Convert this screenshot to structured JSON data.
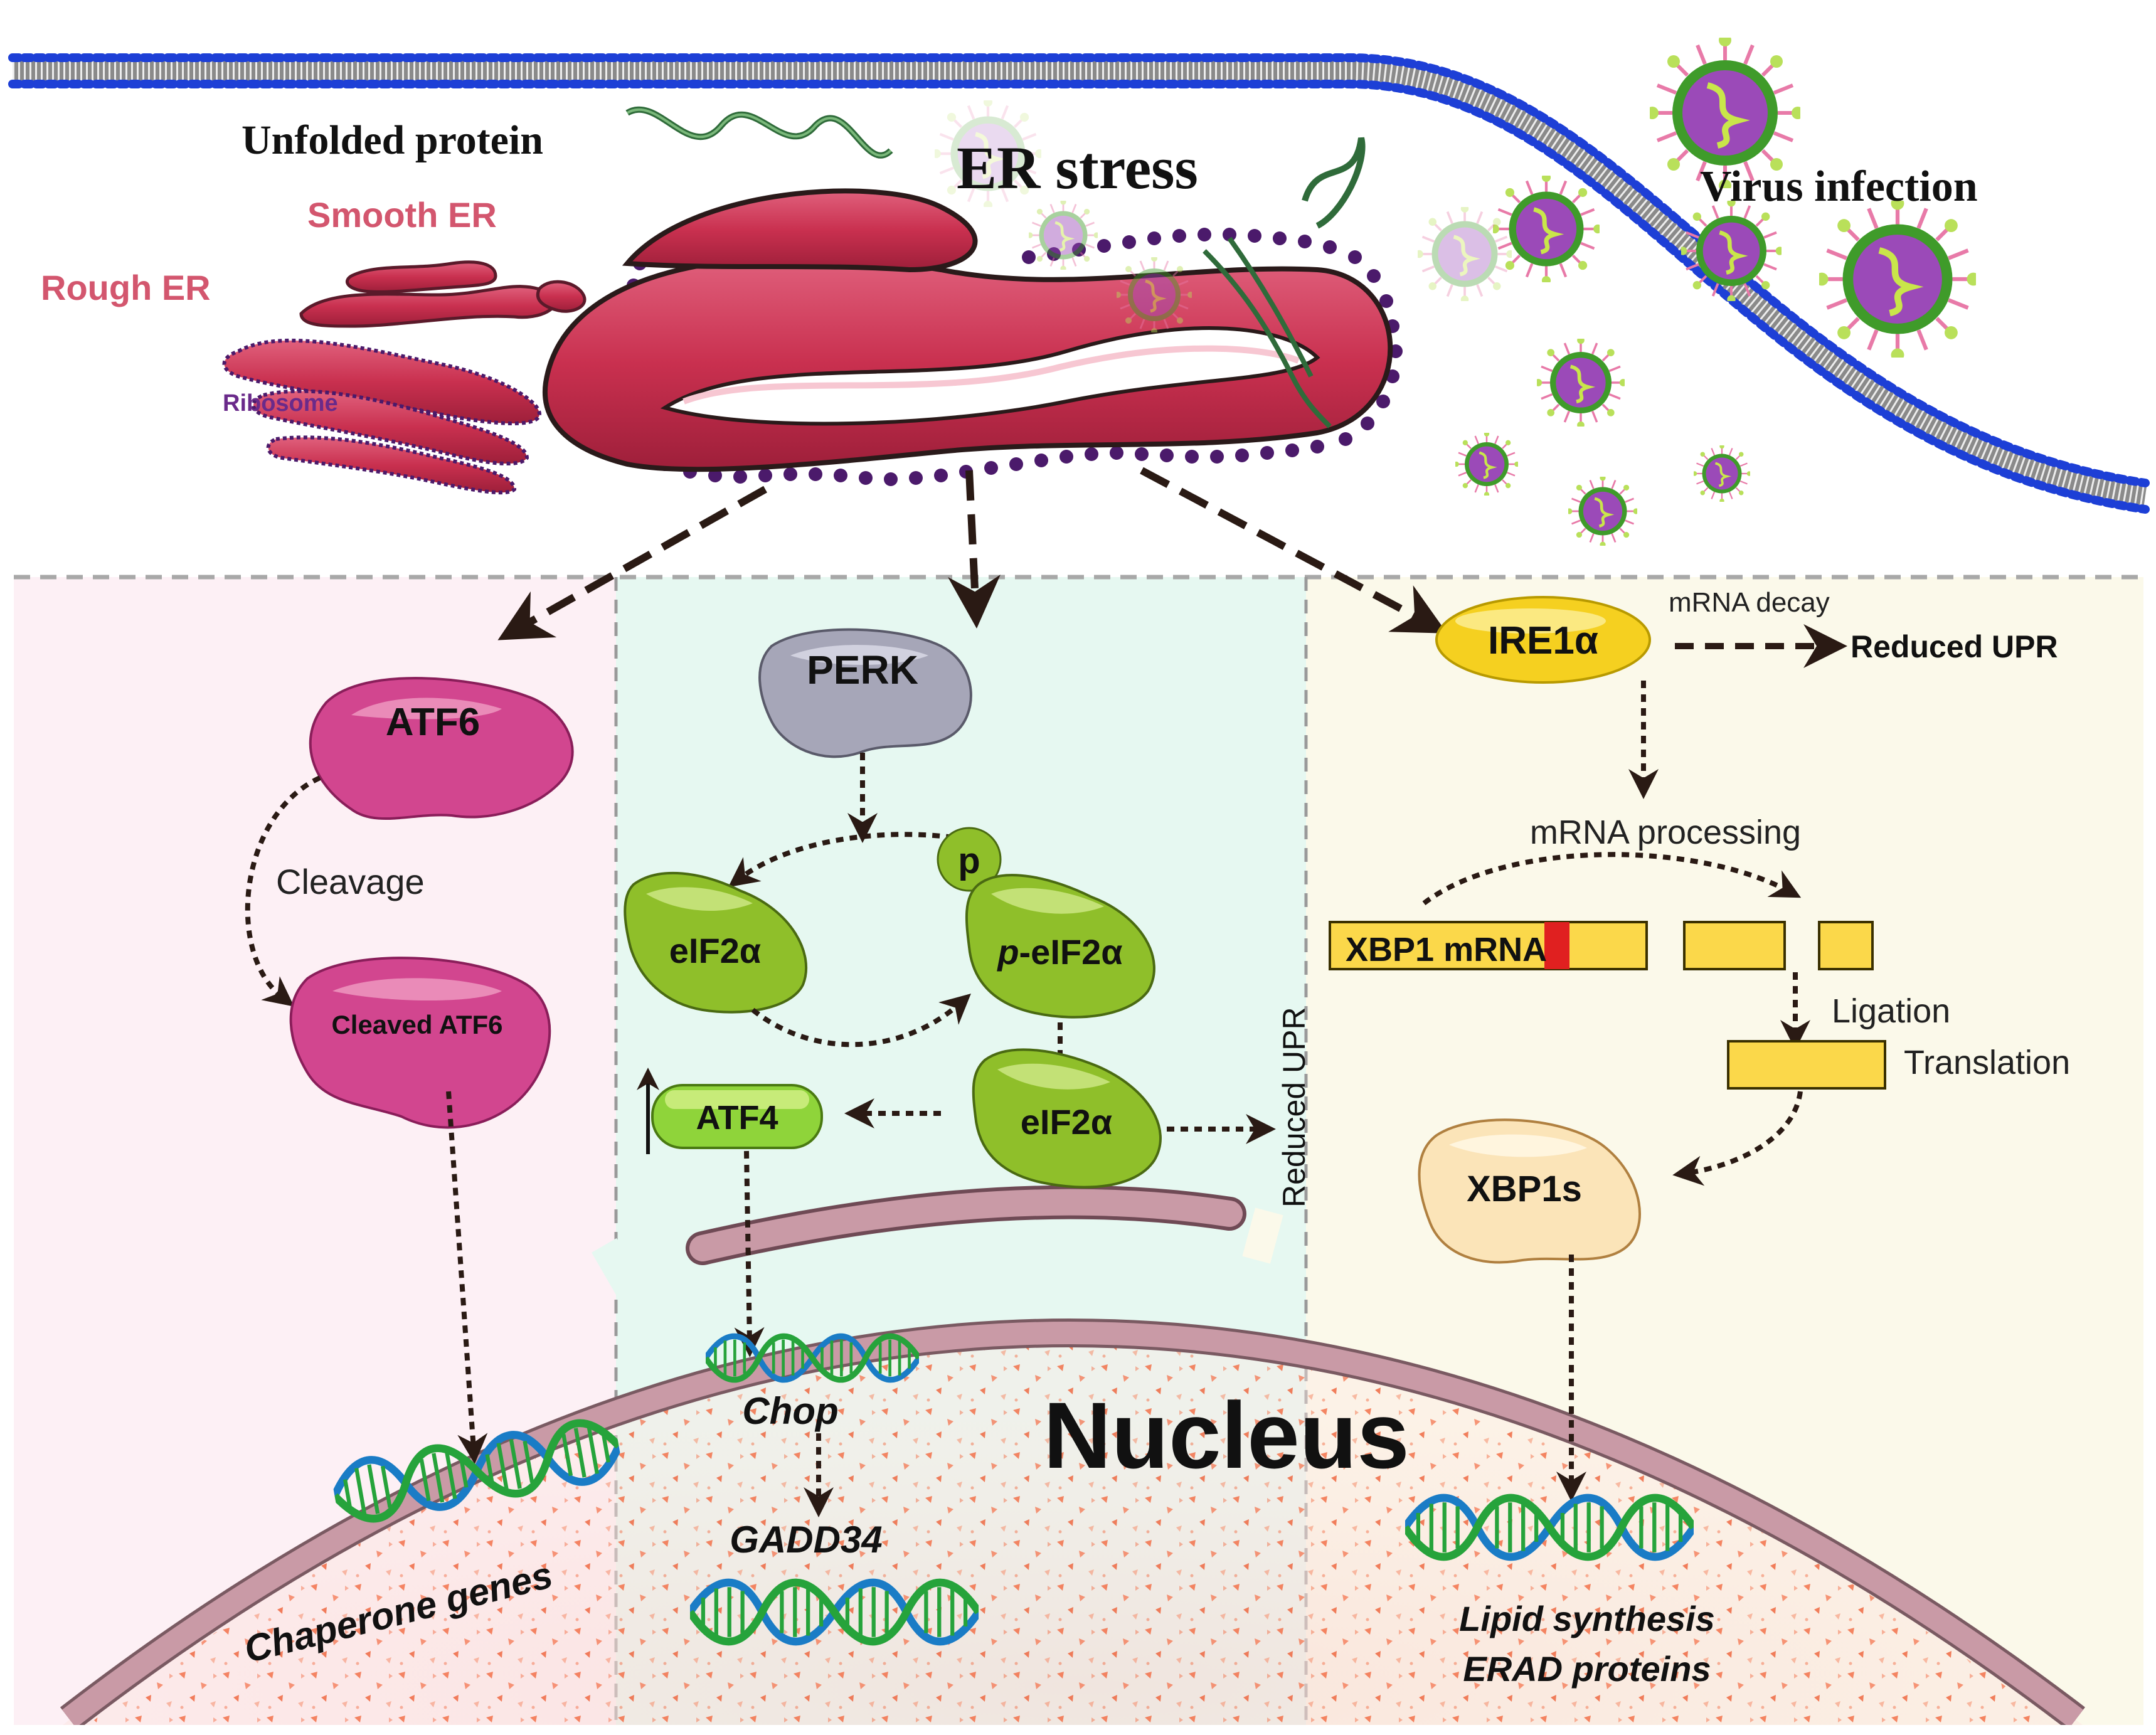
{
  "colors": {
    "atf6_panel": "#fdf0f5",
    "perk_panel": "#e6f8f1",
    "ire1_panel": "#fbf9ea",
    "er_fill": "#c9304f",
    "ribosome": "#4b1a6b",
    "membrane_blue": "#1d3fd6",
    "atf6_protein": "#d2468f",
    "perk_protein": "#a6a6b8",
    "eif2_protein": "#8fbf2a",
    "ire1_protein": "#f5d020",
    "xbp1s_protein": "#fbe4b8",
    "mrna_box": "#fbd84a",
    "splice_red": "#e02020",
    "nucleus_dots": "#f2643a",
    "envelope": "#c99aa6",
    "dna_blue": "#1a7cc6",
    "dna_green": "#26a33b"
  },
  "icons": [
    "er-organelle",
    "virus-particle",
    "dna-helix",
    "cell-membrane",
    "nuclear-envelope"
  ],
  "labels": {
    "unfolded_protein": "Unfolded protein",
    "smooth_er": "Smooth ER",
    "rough_er": "Rough ER",
    "ribosome": "Ribosome",
    "er_stress": "ER stress",
    "virus_infection": "Virus infection",
    "nucleus": "Nucleus"
  },
  "atf6_branch": {
    "atf6": "ATF6",
    "cleavage": "Cleavage",
    "cleaved_atf6": "Cleaved ATF6",
    "chaperone_genes": "Chaperone genes"
  },
  "perk_branch": {
    "perk": "PERK",
    "p": "p",
    "eif2a": "eIF2α",
    "p_italic": "p",
    "p_eif2a_rest": "-eIF2α",
    "eif2a_2": "eIF2α",
    "atf4": "ATF4",
    "reduced_upr": "Reduced UPR",
    "chop": "Chop",
    "gadd34": "GADD34"
  },
  "ire1_branch": {
    "ire1a": "IRE1α",
    "mrna_decay": "mRNA decay",
    "reduced_upr": "Reduced UPR",
    "mrna_processing": "mRNA processing",
    "xbp1_mrna": "XBP1 mRNA",
    "ligation": "Ligation",
    "translation": "Translation",
    "xbp1s": "XBP1s",
    "lipid_synthesis": "Lipid synthesis",
    "erad_proteins": "ERAD proteins"
  }
}
